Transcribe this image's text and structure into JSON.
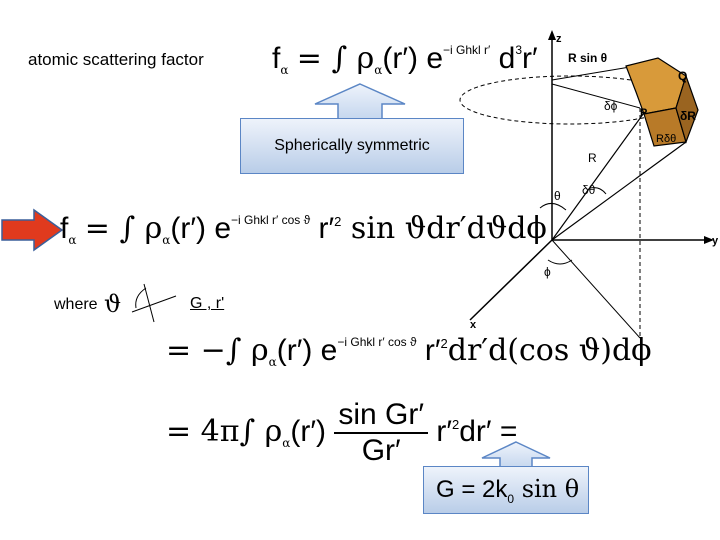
{
  "labels": {
    "atomic_scattering_factor": "atomic scattering factor",
    "spherically_symmetric": "Spherically symmetric",
    "where": "where",
    "angle_between": "G , r'"
  },
  "equations": {
    "eq1_lhs": "f",
    "eq1_sub": "α",
    "eq1_rhs_a": "= ∫ ρ",
    "eq1_rhs_b": "(r′) e",
    "eq1_exp": "−i Ghkl r′",
    "eq1_rhs_c": "d",
    "eq1_cube": "3",
    "eq1_rhs_d": "r′",
    "eq2_lhs": "f",
    "eq2_rhs_a": "= ∫ ρ",
    "eq2_rhs_b": "(r′) e",
    "eq2_exp": "−i Ghkl r′ cos ϑ",
    "eq2_rhs_c": "r′",
    "eq2_sq": "2",
    "eq2_rhs_d": " sin ϑdr′dϑdϕ",
    "eq3_a": "= −∫ ρ",
    "eq3_b": "(r′) e",
    "eq3_exp": "−i Ghkl r′ cos ϑ",
    "eq3_c": "r′",
    "eq3_sq": "2",
    "eq3_d": "dr′d(cos ϑ)dϕ",
    "eq4_a": "= 4π∫ ρ",
    "eq4_b": "(r′)",
    "eq4_num": "sin Gr′",
    "eq4_den": "Gr′",
    "eq4_c": "r′",
    "eq4_sq": "2",
    "eq4_d": "dr′ =",
    "g_def": "G = 2k",
    "g_def_sub": "0",
    "g_def_tail": " sin θ",
    "where_symbol": "ϑ"
  },
  "diagram": {
    "axis_z": "z",
    "axis_y": "y",
    "axis_x": "x",
    "r_sin_theta": "R sin θ",
    "Q": "Q",
    "P": "P",
    "delta_phi": "δϕ",
    "delta_R": "δR",
    "R_delta_theta": "Rδθ",
    "R": "R",
    "theta": "θ",
    "delta_theta": "δθ",
    "phi": "ϕ"
  },
  "colors": {
    "arrow_red": "#e03a1e",
    "callout_border": "#5b86c5",
    "volume_element": "#d89a3a"
  }
}
